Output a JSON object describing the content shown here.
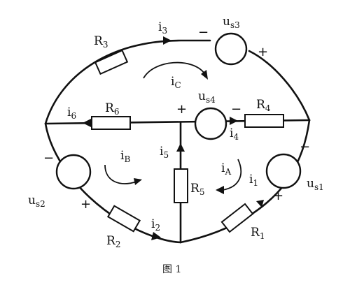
{
  "resistors": {
    "r3": "R",
    "r3_sub": "3",
    "r6": "R",
    "r6_sub": "6",
    "r4": "R",
    "r4_sub": "4",
    "r5": "R",
    "r5_sub": "5",
    "r2": "R",
    "r2_sub": "2",
    "r1": "R",
    "r1_sub": "1"
  },
  "sources": {
    "us3": "u",
    "us3_sub": "s3",
    "us4": "u",
    "us4_sub": "s4",
    "us2": "u",
    "us2_sub": "s2",
    "us1": "u",
    "us1_sub": "s1"
  },
  "currents": {
    "i3": "i",
    "i3_sub": "3",
    "i6": "i",
    "i6_sub": "6",
    "i4": "i",
    "i4_sub": "4",
    "i5": "i",
    "i5_sub": "5",
    "i2": "i",
    "i2_sub": "2",
    "i1": "i",
    "i1_sub": "1"
  },
  "loops": {
    "iC": "i",
    "iC_sub": "C",
    "iB": "i",
    "iB_sub": "B",
    "iA": "i",
    "iA_sub": "A"
  },
  "signs": {
    "plus": "+",
    "minus": "−"
  },
  "caption": "图 1"
}
